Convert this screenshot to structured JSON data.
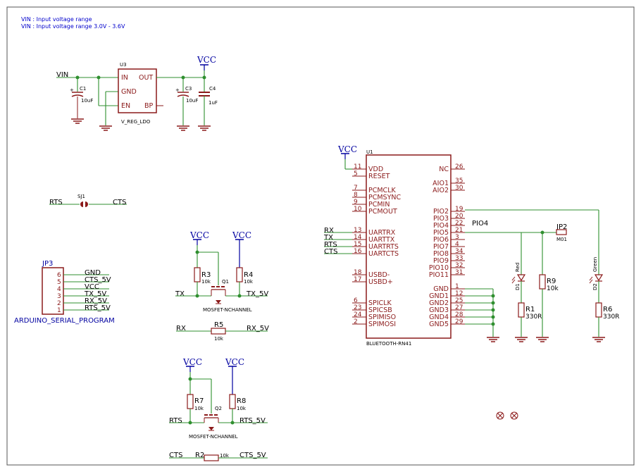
{
  "notes": [
    "VIN : Input voltage range",
    "VIN : Input voltage range 3.0V - 3.6V"
  ],
  "regulator": {
    "ref": "U3",
    "value": "V_REG_LDO",
    "pins": {
      "in": "IN",
      "out": "OUT",
      "gnd": "GND",
      "en": "EN",
      "bp": "BP"
    },
    "vin": "VIN",
    "vcc": "VCC"
  },
  "caps": [
    {
      "ref": "C1",
      "value": "10uF"
    },
    {
      "ref": "C3",
      "value": "10uF"
    },
    {
      "ref": "C4",
      "value": "1uF"
    }
  ],
  "bt": {
    "ref": "U1",
    "value": "BLUETOOTH-RN41",
    "vcc": "VCC",
    "left_pins": [
      {
        "num": "11",
        "name": "VDD"
      },
      {
        "num": "5",
        "name": "RESET"
      },
      {
        "num": "7",
        "name": "PCMCLK"
      },
      {
        "num": "8",
        "name": "PCMSYNC"
      },
      {
        "num": "9",
        "name": "PCMIN"
      },
      {
        "num": "10",
        "name": "PCMOUT"
      },
      {
        "num": "13",
        "name": "UARTRX"
      },
      {
        "num": "14",
        "name": "UARTTX"
      },
      {
        "num": "15",
        "name": "UARTRTS"
      },
      {
        "num": "16",
        "name": "UARTCTS"
      },
      {
        "num": "18",
        "name": "USBD-"
      },
      {
        "num": "17",
        "name": "USBD+"
      },
      {
        "num": "6",
        "name": "SPICLK"
      },
      {
        "num": "23",
        "name": "SPICSB"
      },
      {
        "num": "24",
        "name": "SPIMISO"
      },
      {
        "num": "2",
        "name": "SPIMOSI"
      }
    ],
    "right_pins": [
      {
        "num": "26",
        "name": "NC"
      },
      {
        "num": "35",
        "name": "AIO1"
      },
      {
        "num": "30",
        "name": "AIO2"
      },
      {
        "num": "19",
        "name": "PIO2"
      },
      {
        "num": "20",
        "name": "PIO3"
      },
      {
        "num": "22",
        "name": "PIO4"
      },
      {
        "num": "21",
        "name": "PIO5"
      },
      {
        "num": "3",
        "name": "PIO6"
      },
      {
        "num": "4",
        "name": "PIO7"
      },
      {
        "num": "34",
        "name": "PIO8"
      },
      {
        "num": "33",
        "name": "PIO9"
      },
      {
        "num": "32",
        "name": "PIO10"
      },
      {
        "num": "31",
        "name": "PIO11"
      },
      {
        "num": "1",
        "name": "GND"
      },
      {
        "num": "12",
        "name": "GND1"
      },
      {
        "num": "25",
        "name": "GND2"
      },
      {
        "num": "27",
        "name": "GND3"
      },
      {
        "num": "28",
        "name": "GND4"
      },
      {
        "num": "29",
        "name": "GND5"
      }
    ],
    "uart_nets": [
      "RX",
      "TX",
      "RTS",
      "CTS"
    ],
    "pio4_net": "PIO4"
  },
  "jumper_sj1": {
    "ref": "SJ1",
    "left": "RTS",
    "right": "CTS"
  },
  "jp2": {
    "ref": "JP2",
    "value": "M01"
  },
  "jp3": {
    "ref": "JP3",
    "value": "ARDUINO_SERIAL_PROGRAM",
    "pins": [
      {
        "num": "6",
        "net": "GND"
      },
      {
        "num": "5",
        "net": "CTS_5V"
      },
      {
        "num": "4",
        "net": "VCC"
      },
      {
        "num": "3",
        "net": "TX_5V"
      },
      {
        "num": "2",
        "net": "RX_5V"
      },
      {
        "num": "1",
        "net": "RTS_5V"
      }
    ]
  },
  "resistors": {
    "r1": {
      "ref": "R1",
      "value": "330R"
    },
    "r2": {
      "ref": "R2",
      "value": "10k"
    },
    "r3": {
      "ref": "R3",
      "value": "10k"
    },
    "r4": {
      "ref": "R4",
      "value": "10k"
    },
    "r5": {
      "ref": "R5",
      "value": "10k"
    },
    "r6": {
      "ref": "R6",
      "value": "330R"
    },
    "r7": {
      "ref": "R7",
      "value": "10k"
    },
    "r8": {
      "ref": "R8",
      "value": "10k"
    },
    "r9": {
      "ref": "R9",
      "value": "10k"
    }
  },
  "leds": {
    "d1": {
      "ref": "D1",
      "color": "Red"
    },
    "d2": {
      "ref": "D2",
      "color": "Green"
    }
  },
  "q1": {
    "ref": "Q1",
    "value": "MOSFET-NCHANNEL",
    "left": "TX",
    "right": "TX_5V",
    "vcc": "VCC"
  },
  "q2": {
    "ref": "Q2",
    "value": "MOSFET-NCHANNEL",
    "left": "RTS",
    "right": "RTS_5V",
    "vcc": "VCC"
  },
  "r5_nets": {
    "left": "RX",
    "right": "RX_5V"
  },
  "r2_nets": {
    "left": "CTS",
    "right": "CTS_5V"
  },
  "colors": {
    "wire": "#2f8f2f",
    "symbol": "#8b1a1a",
    "power": "#0000a0",
    "note": "#0000cc"
  }
}
